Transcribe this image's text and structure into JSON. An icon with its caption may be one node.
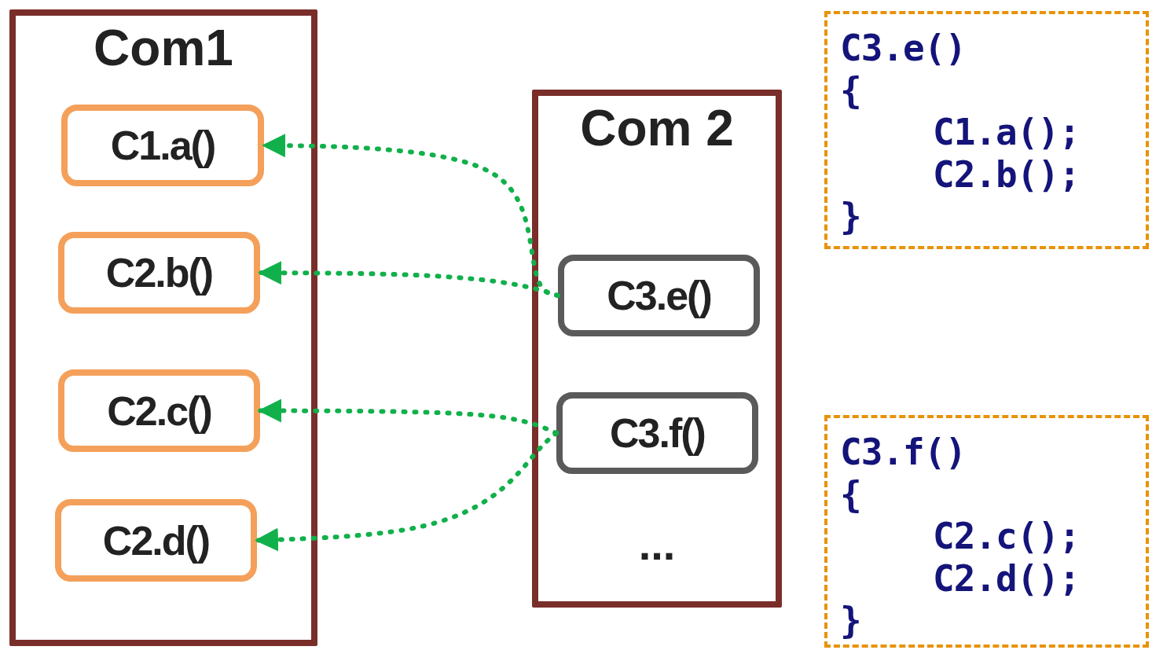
{
  "diagram": {
    "nodes": [
      {
        "text": [
          "Com1"
        ]
      },
      {
        "text": [
          "C1.a()"
        ],
        "in": 0
      },
      {
        "text": [
          "C2.b()"
        ],
        "in": 0
      },
      {
        "text": [
          "C2.c()"
        ],
        "in": 0
      },
      {
        "text": [
          "C2.d()"
        ],
        "in": 0
      },
      {
        "text": [
          "Com 2"
        ]
      },
      {
        "text": [
          "C3.e()"
        ],
        "in": 5
      },
      {
        "text": [
          "C3.f()"
        ],
        "in": 5
      },
      {
        "text": [
          "C3.e()",
          "{",
          "C1.a();",
          "C2.b();",
          "}"
        ]
      },
      {
        "text": [
          "C3.f()",
          "{",
          "C2.c();",
          "C2.d();",
          "}"
        ]
      }
    ],
    "edges": [
      {
        "from": 6,
        "to": 1,
        "arrow": "to",
        "style": "dashed"
      },
      {
        "from": 6,
        "to": 2,
        "arrow": "to",
        "style": "dashed"
      },
      {
        "from": 7,
        "to": 3,
        "arrow": "to",
        "style": "dashed"
      },
      {
        "from": 7,
        "to": 4,
        "arrow": "to",
        "style": "dashed"
      }
    ],
    "labels": [
      "..."
    ]
  }
}
